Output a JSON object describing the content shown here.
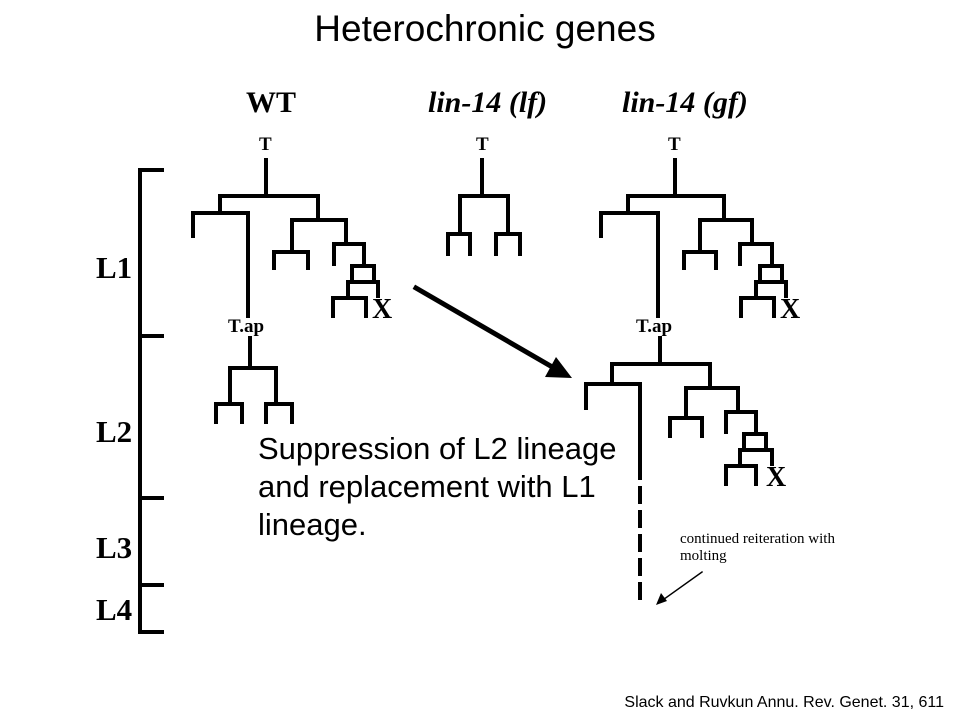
{
  "title": "Heterochronic genes",
  "columns": {
    "wt": "WT",
    "lf_gene": "lin-14",
    "lf_suffix": "(lf)",
    "gf_gene": "lin-14",
    "gf_suffix": "(gf)"
  },
  "nodes": {
    "t": "T",
    "tap": "T.ap",
    "death": "X"
  },
  "stages": [
    "L1",
    "L2",
    "L3",
    "L4"
  ],
  "caption": "Suppression of L2 lineage and replacement with L1 lineage.",
  "annotation": "continued reiteration with molting",
  "citation": "Slack and Ruvkun Annu. Rev. Genet. 31, 611"
}
